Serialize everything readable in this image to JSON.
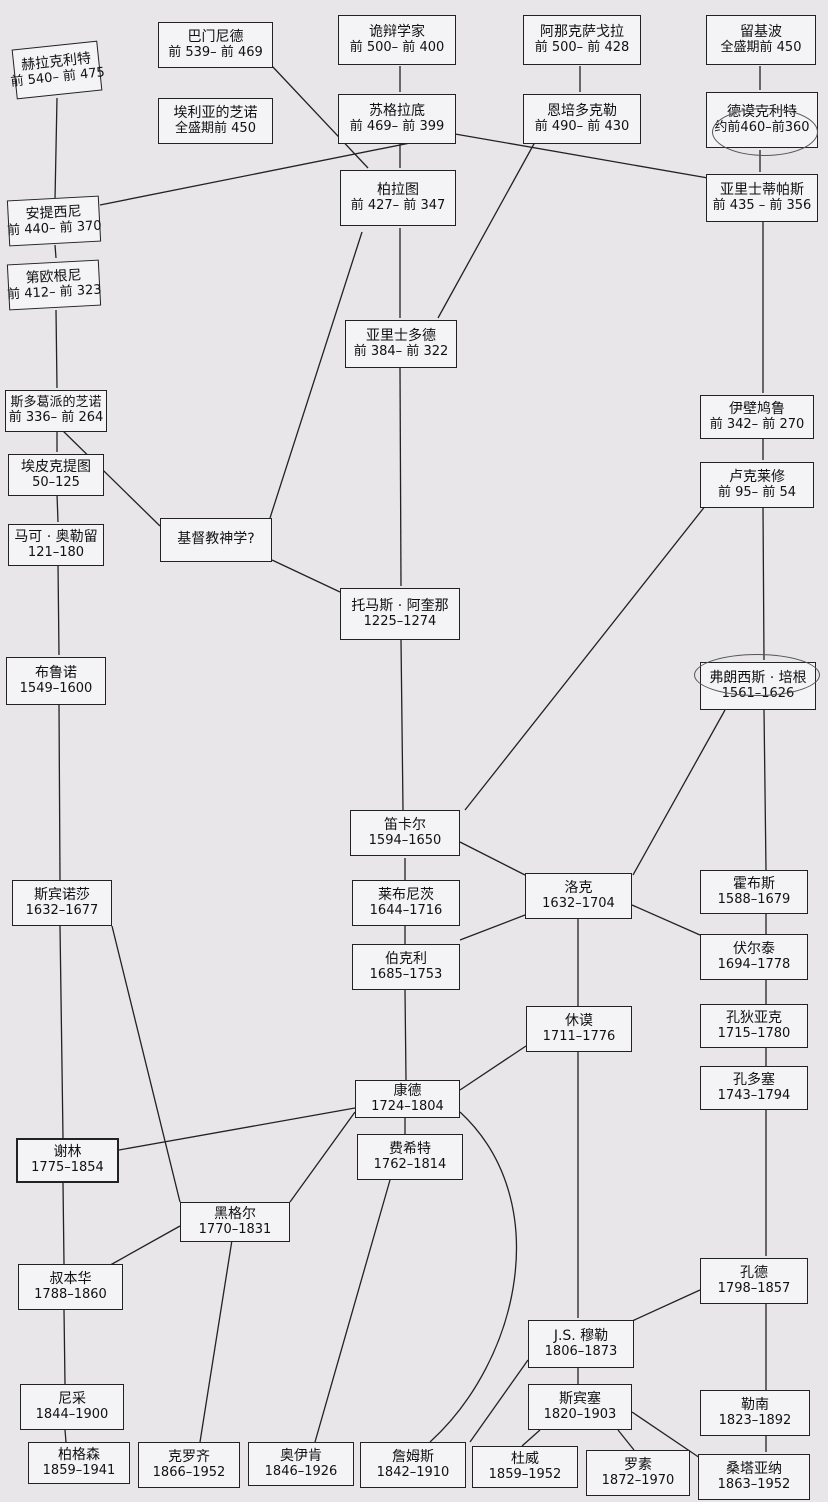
{
  "nodes": {
    "heraclitus": {
      "name": "赫拉克利特",
      "dates": "前 540– 前 475"
    },
    "parmenides": {
      "name": "巴门尼德",
      "dates": "前 539– 前 469"
    },
    "zeno_elea": {
      "name": "埃利亚的芝诺",
      "dates": "全盛期前 450"
    },
    "sophists": {
      "name": "诡辩学家",
      "dates": "前 500– 前 400"
    },
    "socrates": {
      "name": "苏格拉底",
      "dates": "前 469– 前 399"
    },
    "plato": {
      "name": "柏拉图",
      "dates": "前 427– 前 347"
    },
    "anaxagoras": {
      "name": "阿那克萨戈拉",
      "dates": "前 500– 前 428"
    },
    "empedocles": {
      "name": "恩培多克勒",
      "dates": "前 490– 前 430"
    },
    "leucippus": {
      "name": "留基波",
      "dates": "全盛期前 450"
    },
    "democritus": {
      "name": "德谟克利特",
      "dates": "约前460–前360"
    },
    "aristippus": {
      "name": "亚里士蒂帕斯",
      "dates": "前 435 – 前 356"
    },
    "antisthenes": {
      "name": "安提西尼",
      "dates": "前 440– 前 370"
    },
    "diogenes": {
      "name": "第欧根尼",
      "dates": "前 412– 前 323"
    },
    "aristotle": {
      "name": "亚里士多德",
      "dates": "前 384– 前 322"
    },
    "zeno_stoic": {
      "name": "斯多葛派的芝诺",
      "dates": "前 336– 前 264"
    },
    "epictetus": {
      "name": "埃皮克提图",
      "dates": "50–125"
    },
    "marcus": {
      "name": "马可 · 奥勒留",
      "dates": "121–180"
    },
    "christian": {
      "name": "基督教神学?",
      "dates": ""
    },
    "epicurus": {
      "name": "伊壁鸠鲁",
      "dates": "前 342– 前 270"
    },
    "lucretius": {
      "name": "卢克莱修",
      "dates": "前 95– 前 54"
    },
    "aquinas": {
      "name": "托马斯 · 阿奎那",
      "dates": "1225–1274"
    },
    "bruno": {
      "name": "布鲁诺",
      "dates": "1549–1600"
    },
    "bacon": {
      "name": "弗朗西斯 · 培根",
      "dates": "1561–1626"
    },
    "descartes": {
      "name": "笛卡尔",
      "dates": "1594–1650"
    },
    "spinoza": {
      "name": "斯宾诺莎",
      "dates": "1632–1677"
    },
    "leibniz": {
      "name": "莱布尼茨",
      "dates": "1644–1716"
    },
    "locke": {
      "name": "洛克",
      "dates": "1632–1704"
    },
    "hobbes": {
      "name": "霍布斯",
      "dates": "1588–1679"
    },
    "berkeley": {
      "name": "伯克利",
      "dates": "1685–1753"
    },
    "voltaire": {
      "name": "伏尔泰",
      "dates": "1694–1778"
    },
    "hume": {
      "name": "休谟",
      "dates": "1711–1776"
    },
    "condillac": {
      "name": "孔狄亚克",
      "dates": "1715–1780"
    },
    "kant": {
      "name": "康德",
      "dates": "1724–1804"
    },
    "condorcet": {
      "name": "孔多塞",
      "dates": "1743–1794"
    },
    "schelling": {
      "name": "谢林",
      "dates": "1775–1854"
    },
    "fichte": {
      "name": "费希特",
      "dates": "1762–1814"
    },
    "hegel": {
      "name": "黑格尔",
      "dates": "1770–1831"
    },
    "schopenhauer": {
      "name": "叔本华",
      "dates": "1788–1860"
    },
    "comte": {
      "name": "孔德",
      "dates": "1798–1857"
    },
    "mill": {
      "name": "J.S. 穆勒",
      "dates": "1806–1873"
    },
    "nietzsche": {
      "name": "尼采",
      "dates": "1844–1900"
    },
    "spencer": {
      "name": "斯宾塞",
      "dates": "1820–1903"
    },
    "renan": {
      "name": "勒南",
      "dates": "1823–1892"
    },
    "bergson": {
      "name": "柏格森",
      "dates": "1859–1941"
    },
    "croce": {
      "name": "克罗齐",
      "dates": "1866–1952"
    },
    "eucken": {
      "name": "奥伊肯",
      "dates": "1846–1926"
    },
    "james": {
      "name": "詹姆斯",
      "dates": "1842–1910"
    },
    "dewey": {
      "name": "杜威",
      "dates": "1859–1952"
    },
    "russell": {
      "name": "罗素",
      "dates": "1872–1970"
    },
    "santayana": {
      "name": "桑塔亚纳",
      "dates": "1863–1952"
    }
  }
}
